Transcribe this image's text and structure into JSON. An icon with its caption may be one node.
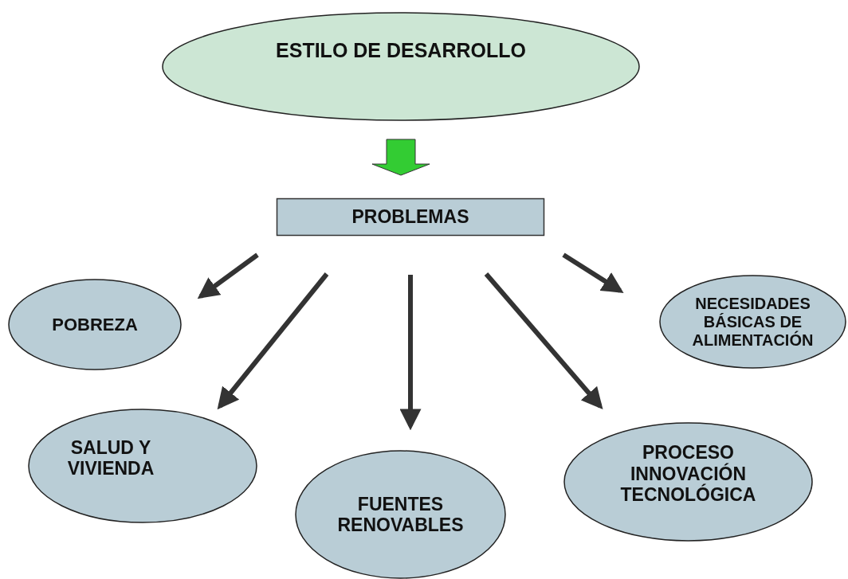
{
  "diagram": {
    "nodes": [
      {
        "text": [
          "ESTILO DE DESARROLLO"
        ]
      },
      {
        "text": [
          "PROBLEMAS"
        ]
      },
      {
        "text": [
          "POBREZA"
        ]
      },
      {
        "text": [
          "NECESIDADES BÁSICAS DE ALIMENTACIÓN"
        ]
      },
      {
        "text": [
          "SALUD Y VIVIENDA"
        ]
      },
      {
        "text": [
          "FUENTES RENOVABLES"
        ]
      },
      {
        "text": [
          "PROCESO INNOVACIÓN TECNOLÓGICA"
        ]
      }
    ],
    "edges": [
      {
        "from": 0,
        "to": 1,
        "arrow": "to",
        "style": "thick",
        "color": "#33cc33"
      },
      {
        "from": 1,
        "to": 2,
        "arrow": "to"
      },
      {
        "from": 1,
        "to": 4,
        "arrow": "to"
      },
      {
        "from": 1,
        "to": 5,
        "arrow": "to"
      },
      {
        "from": 1,
        "to": 6,
        "arrow": "to"
      },
      {
        "from": 1,
        "to": 3,
        "arrow": "to"
      }
    ]
  }
}
